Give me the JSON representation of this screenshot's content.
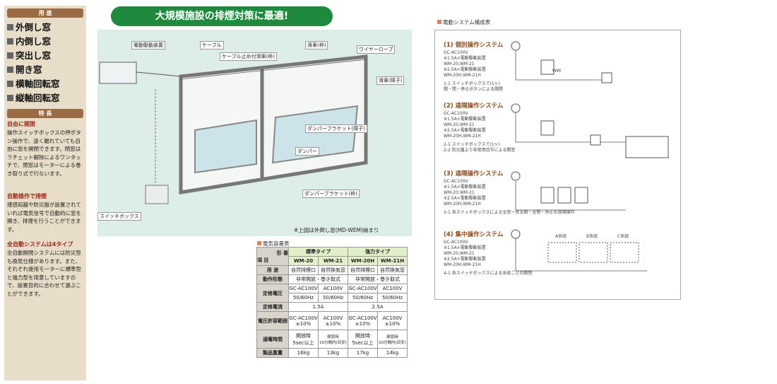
{
  "sidebar": {
    "uses_heading": "用 途",
    "uses": [
      "外倒し窓",
      "内倒し窓",
      "突出し窓",
      "開き窓",
      "横軸回転窓",
      "縦軸回転窓"
    ],
    "features_heading": "特 長",
    "features": [
      {
        "title": "自由に開閉",
        "text": "操作スイッチボックスの押ボタン操作で、遠く離れていても自由に窓を開閉できます。閉窓はラチェット解除によるワンタッチで、閉窓はモーターによる巻き取り式で行ないます。"
      },
      {
        "title": "自動操作で排煙",
        "text": "煙感知器や防災盤が設置されていれば電気信号で自動的に窓を開き、排煙を行うことができます。"
      },
      {
        "title": "全自動システムは4タイプ",
        "text": "全自動開閉システムには防災型も換気仕様があります。また、それぞれ使用モーターに標準型と強力型を用意していますので、設置目的に合わせて選ぶことができます。"
      }
    ]
  },
  "banner": "大規模施設の排煙対策に最適!",
  "diagram": {
    "labels": {
      "motor": "電動駆動装置",
      "cable": "ケーブル",
      "cable_clip": "ケーブル止め付滑車(枠)",
      "pulley_frame": "滑車(枠)",
      "wire_rope": "ワイヤーロープ",
      "pulley_sash": "滑車(障子)",
      "damper_bracket_sash": "ダンパーブラケット(障子)",
      "damper": "ダンパー",
      "damper_bracket_frame": "ダンパーブラケット(枠)",
      "switch_box": "スイッチボックス"
    },
    "note": "※上図は外倒し窓(MD-WEM)納まり"
  },
  "capacity": {
    "title": "電気容量表",
    "header_model": "形 番",
    "header_item": "項 目",
    "std_type": "標準タイプ",
    "strong_type": "強力タイプ",
    "models": [
      "WM-20",
      "WM-21",
      "WM-20H",
      "WM-21H"
    ],
    "rows": [
      {
        "label": "用 途",
        "cells": [
          "自然排煙口",
          "自然換気窓",
          "自然排煙口",
          "自然換気窓"
        ]
      },
      {
        "label": "動作形態",
        "merged": [
          "非常開放・巻き取式",
          "非常開放・巻き取式"
        ]
      },
      {
        "label": "定格電圧",
        "cells": [
          "GC-AC100V",
          "AC100V",
          "GC-AC100V",
          "AC100V"
        ]
      },
      {
        "label": "",
        "cells": [
          "50/60Hz",
          "50/60Hz",
          "50/60Hz",
          "50/60Hz"
        ]
      },
      {
        "label": "定格電流",
        "merged": [
          "1.5A",
          "2.5A"
        ]
      },
      {
        "label": "電圧許容範囲",
        "cells": [
          "GC-AC100V\n±10%",
          "AC100V\n±10%",
          "GC-AC100V\n±10%",
          "AC100V\n±10%"
        ]
      },
      {
        "label": "通電時間",
        "cells": [
          "開放時\n5sec以上",
          "閉窓時\n10分間内(目安)",
          "開放時\n5sec以上",
          "閉窓時\n10分間内(目安)"
        ]
      },
      {
        "label": "製品重量",
        "cells": [
          "16kg",
          "13kg",
          "17kg",
          "14kg"
        ]
      }
    ]
  },
  "system": {
    "title": "電動システム構成表",
    "sections": [
      {
        "heading": "(1) 個別操作システム",
        "lines": [
          "GC-AC100V",
          "※1.5A×電動駆動装置",
          "WM-20,WM-21",
          "※2.5A×電動駆動装置",
          "WM-20H,WM-21H",
          "1-1 スイッチボックスで(1ヶ)",
          "開・閉・停止ボタンによる開閉"
        ]
      },
      {
        "heading": "(2) 遠隔操作システム",
        "lines": [
          "GC-AC100V",
          "※1.5A×電動駆動装置",
          "WM-20,WM-21",
          "※2.5A×電動駆動装置",
          "WM-20H,WM-21H",
          "2-1 スイッチボックスで(1ヶ)",
          "2-2 防災盤より非常用信号による開窓"
        ]
      },
      {
        "heading": "(3) 遠隔操作システム",
        "lines": [
          "GC-AC100V",
          "※1.5A×電動駆動装置",
          "WM-20,WM-21",
          "※2.5A×電動駆動装置",
          "WM-20H,WM-21H",
          "3-1 各スイッチボックスによる全窓一斉全開・全閉・停止の遠隔操作"
        ]
      },
      {
        "heading": "(4) 集中操作システム",
        "lines": [
          "GC-AC100V",
          "※1.5A×電動駆動装置",
          "WM-20,WM-21",
          "※2.5A×電動駆動装置",
          "WM-20H,WM-21H",
          "4-1 各スイッチボックスによる系統ごとの開閉"
        ]
      }
    ],
    "unit_label": "WM",
    "groups": [
      "A系統",
      "B系統",
      "C系統"
    ]
  }
}
